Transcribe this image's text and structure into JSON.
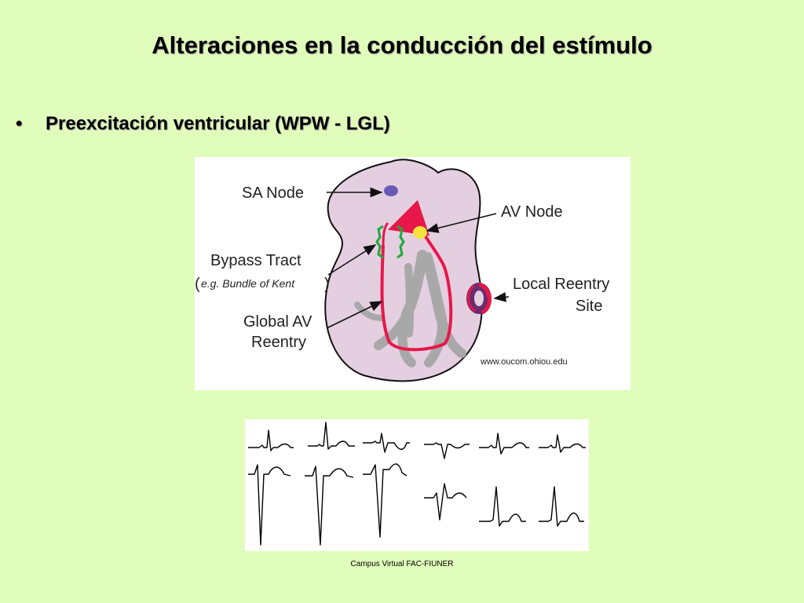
{
  "slide": {
    "title": "Alteraciones en la conducción del estímulo",
    "bullet_marker": "•",
    "bullet_text": "Preexcitación ventricular (WPW - LGL)",
    "footer": "Campus Virtual FAC-FIUNER"
  },
  "diagram": {
    "labels": {
      "sa_node": "SA Node",
      "av_node": "AV Node",
      "bypass_tract": "Bypass Tract",
      "bypass_example": "e.g. Bundle of Kent",
      "local_reentry_line1": "Local Reentry",
      "local_reentry_line2": "Site",
      "global_av_line1": "Global AV",
      "global_av_line2": "Reentry",
      "source_url": "www.oucom.ohiou.edu"
    },
    "colors": {
      "heart_fill": "#e3cfe0",
      "heart_stroke": "#111111",
      "conduction_gray": "#a8a8a8",
      "reentry_red": "#e8174a",
      "bypass_green": "#1fa83a",
      "sa_node": "#6a5ab8",
      "av_node": "#f5e23c",
      "local_reentry_purple": "#6c2b6e"
    }
  }
}
